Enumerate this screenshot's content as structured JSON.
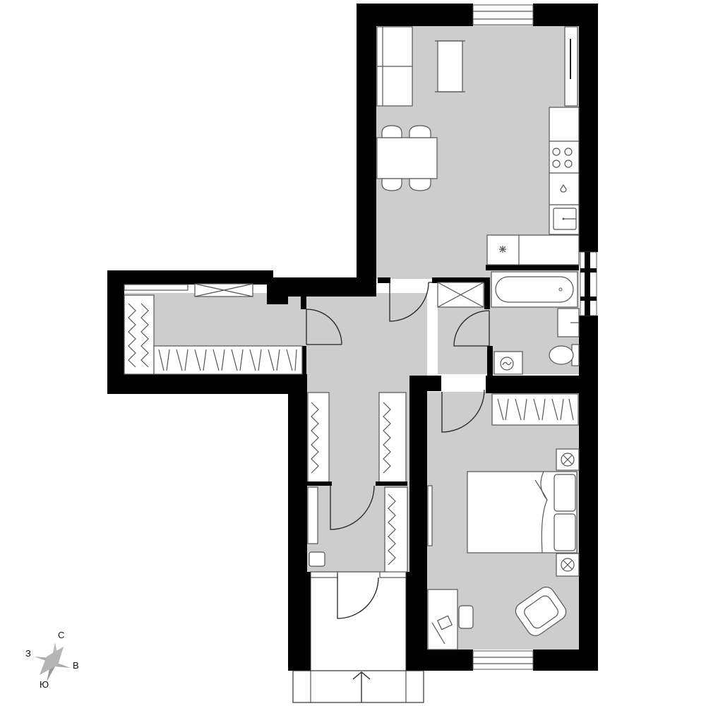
{
  "compass": {
    "north": "С",
    "east": "В",
    "south": "Ю",
    "west": "З"
  },
  "colors": {
    "wall": "#000000",
    "floor": "#cdcdcd",
    "furniture_fill": "#ffffff",
    "furniture_stroke": "#555555"
  },
  "icons": [
    "sofa-icon",
    "coffee-table-icon",
    "dining-table-icon",
    "chair-icon",
    "stove-icon",
    "sink-icon",
    "bathtub-icon",
    "toilet-icon",
    "washing-machine-icon",
    "bed-icon",
    "armchair-icon",
    "desk-icon",
    "wardrobe-icon",
    "compass-icon"
  ]
}
